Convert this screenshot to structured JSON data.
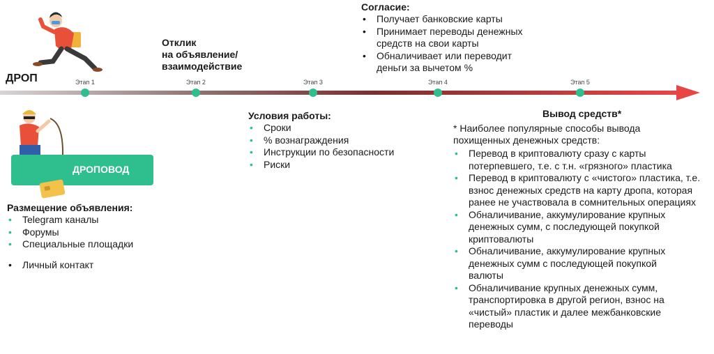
{
  "colors": {
    "accent": "#2fbf8f",
    "arrow": "#e84646",
    "text": "#1a1a1a"
  },
  "drop_label": "ДРОП",
  "dropovod_label": "ДРОПОВОД",
  "timeline": {
    "stages": [
      "Этап 1",
      "Этап 2",
      "Этап 3",
      "Этап 4",
      "Этап 5"
    ]
  },
  "response": {
    "line1": "Отклик",
    "line2": "на объявление/",
    "line3": "взаимодействие"
  },
  "consent": {
    "title": "Согласие:",
    "items": [
      "Получает банковские карты",
      "Принимает переводы денежных средств на свои карты",
      "Обналичивает или переводит деньги за вычетом %"
    ]
  },
  "conditions": {
    "title": "Условия работы:",
    "items": [
      "Сроки",
      "% вознаграждения",
      "Инструкции по безопасности",
      "Риски"
    ]
  },
  "placement": {
    "title": "Размещение объявления:",
    "items": [
      "Telegram каналы",
      "Форумы",
      "Специальные площадки"
    ],
    "extra": "Личный контакт"
  },
  "withdrawal": {
    "title": "Вывод средств*",
    "note": "* Наиболее популярные способы вывода похищенных денежных средств:",
    "items": [
      "Перевод в криптовалюту сразу с карты потерпевшего, т.е. с т.н. «грязного» пластика",
      "Перевод в криптовалюту с «чистого» пластика, т.е. взнос денежных средств на карту дропа, которая ранее не участвовала в сомнительных операциях",
      "Обналичивание, аккумулирование крупных денежных сумм, с последующей покупкой криптовалюты",
      "Обналичивание, аккумулирование крупных денежных сумм с последующей покупкой валюты",
      "Обналичивание крупных денежных сумм, транспортировка в другой регион, взнос на «чистый» пластик и далее межбанковские переводы"
    ]
  }
}
